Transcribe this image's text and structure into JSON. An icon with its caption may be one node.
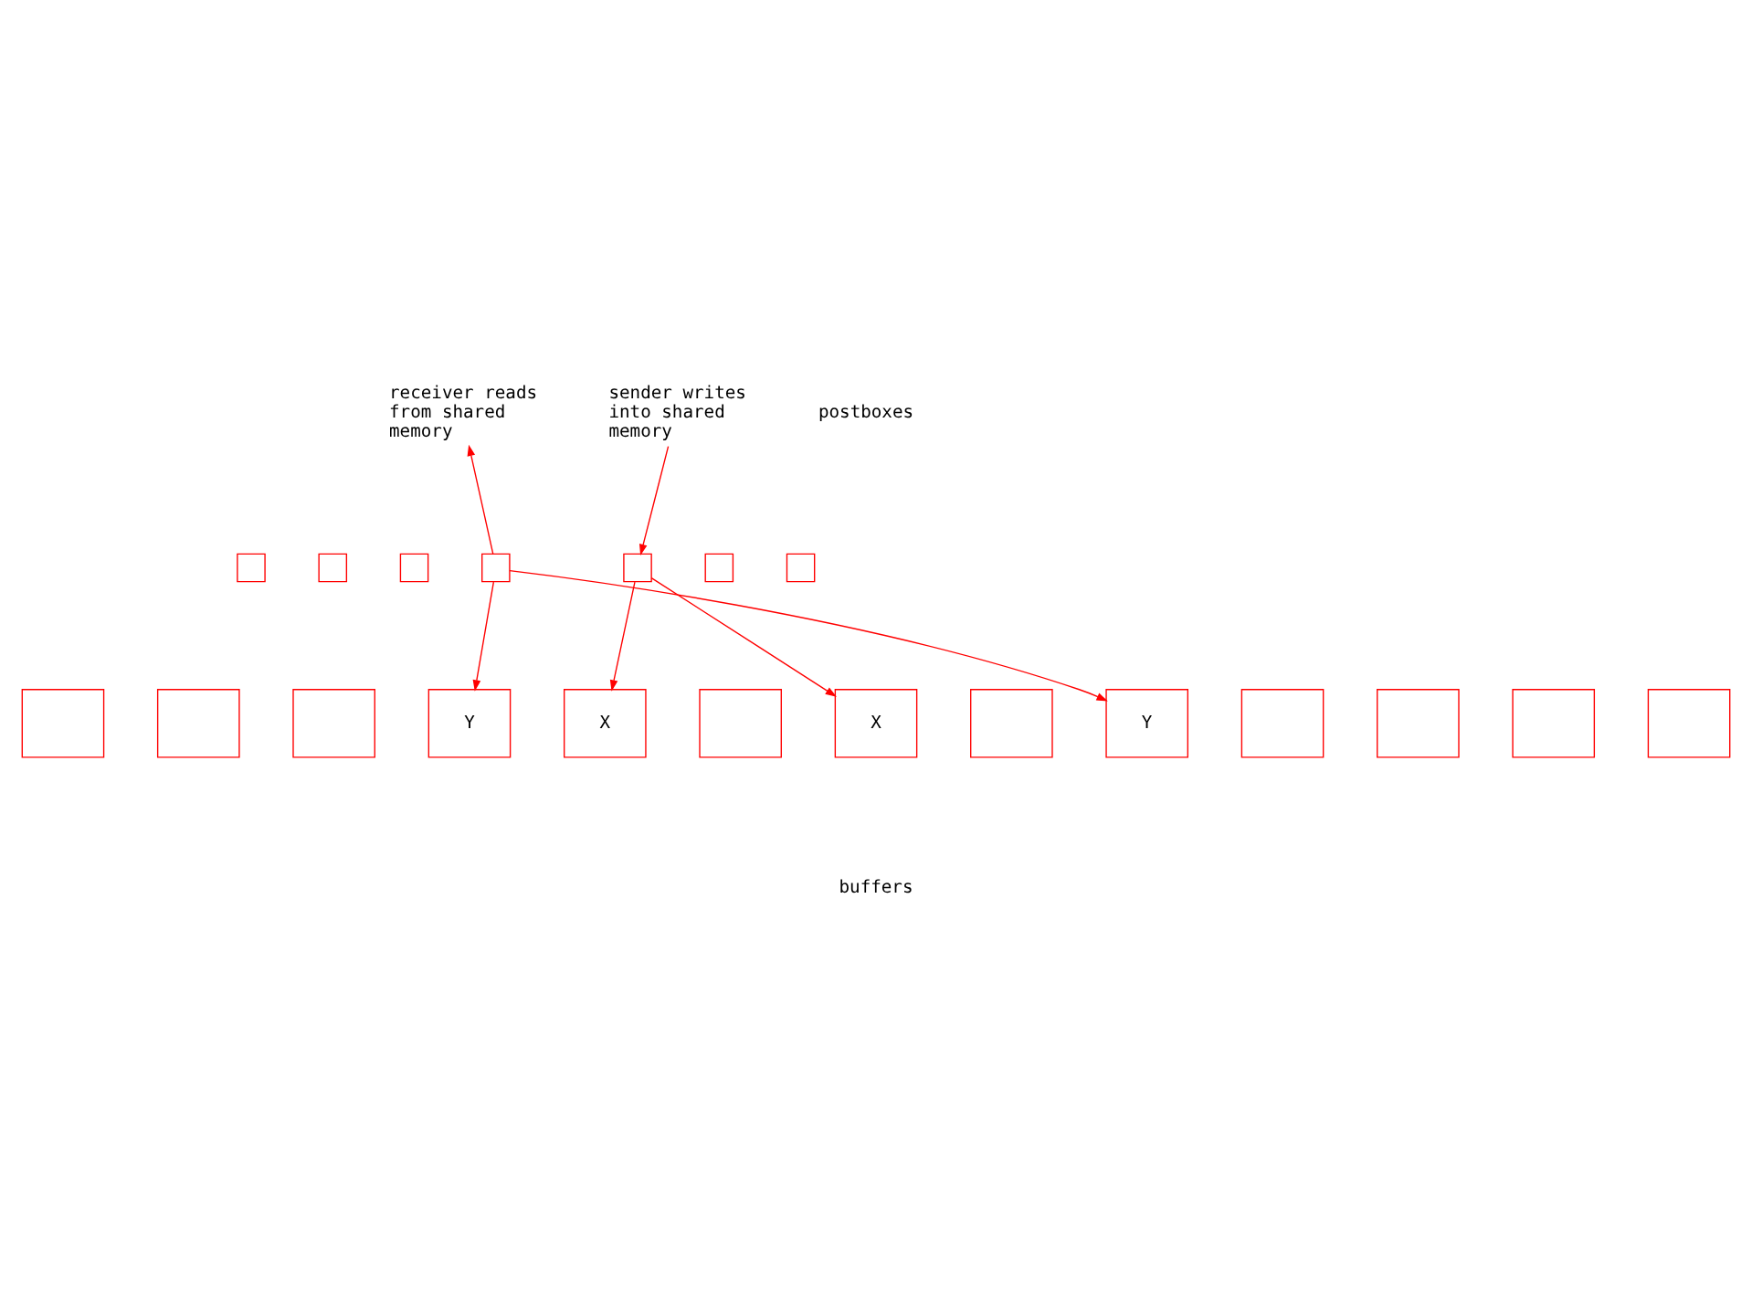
{
  "diagram": {
    "nodes": [
      {
        "text": [
          "receiver reads from shared memory"
        ]
      },
      {
        "text": [
          "sender writes into shared memory"
        ]
      },
      {
        "text": [],
        "shape": "box"
      },
      {
        "text": [],
        "shape": "box"
      },
      {
        "text": [],
        "shape": "box"
      },
      {
        "text": [],
        "shape": "box"
      },
      {
        "text": [],
        "shape": "box"
      },
      {
        "text": [],
        "shape": "box"
      },
      {
        "text": [],
        "shape": "box"
      },
      {
        "text": [],
        "shape": "box"
      },
      {
        "text": [],
        "shape": "box"
      },
      {
        "text": [],
        "shape": "box"
      },
      {
        "text": [
          "Y"
        ]
      },
      {
        "text": [
          "X"
        ]
      },
      {
        "text": [],
        "shape": "box"
      },
      {
        "text": [
          "X"
        ]
      },
      {
        "text": [],
        "shape": "box"
      },
      {
        "text": [
          "Y"
        ]
      },
      {
        "text": [],
        "shape": "box"
      },
      {
        "text": [],
        "shape": "box"
      },
      {
        "text": [],
        "shape": "box"
      },
      {
        "text": [],
        "shape": "box"
      }
    ],
    "edges": [
      {
        "from": 5,
        "to": 0,
        "arrow": "to"
      },
      {
        "from": 1,
        "to": 6,
        "arrow": "to"
      },
      {
        "from": 5,
        "to": 12,
        "arrow": "to"
      },
      {
        "from": 5,
        "to": 17,
        "arrow": "to"
      },
      {
        "from": 6,
        "to": 13,
        "arrow": "to"
      },
      {
        "from": 6,
        "to": 15,
        "arrow": "to"
      }
    ],
    "labels": [
      "postboxes",
      "buffers"
    ]
  }
}
